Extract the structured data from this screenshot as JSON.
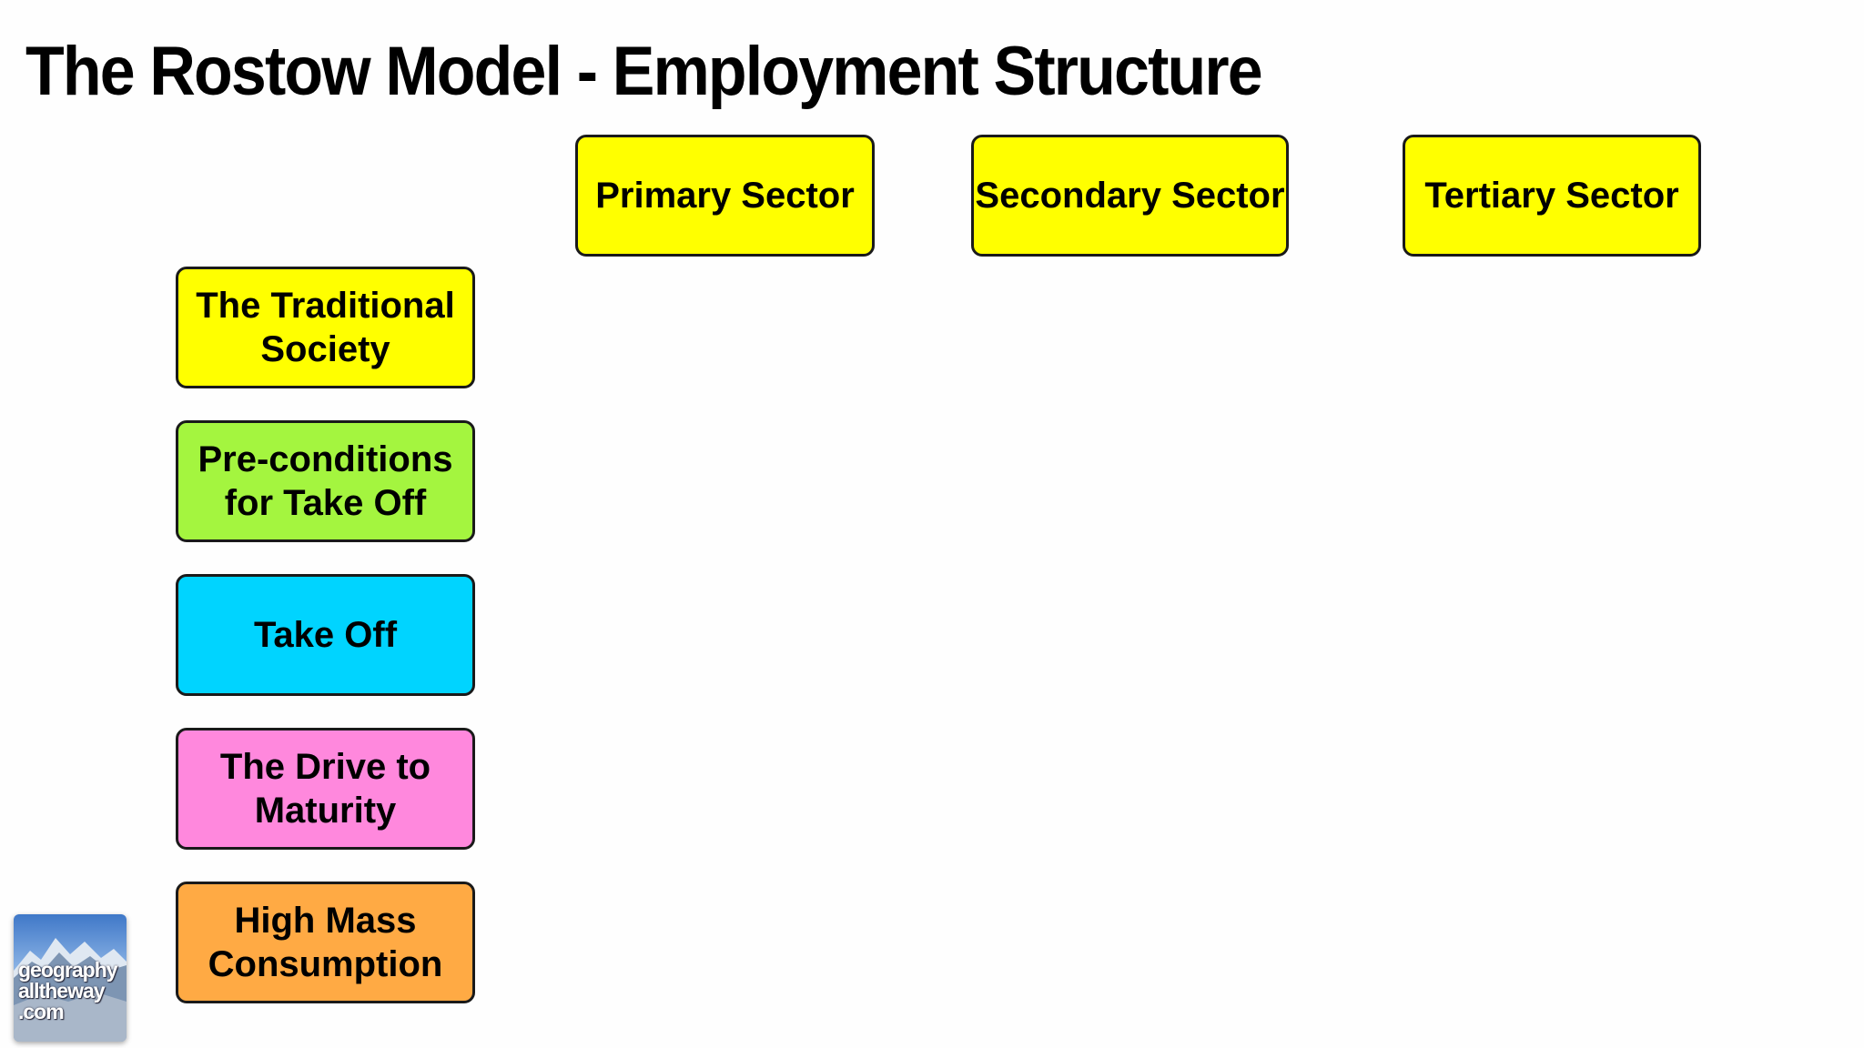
{
  "title": "The Rostow Model - Employment Structure",
  "sectors": [
    {
      "label": "Primary Sector",
      "color": "#FFFF00"
    },
    {
      "label": "Secondary Sector",
      "color": "#FFFF00"
    },
    {
      "label": "Tertiary Sector",
      "color": "#FFFF00"
    }
  ],
  "stages": [
    {
      "label": "The Traditional\nSociety",
      "color": "#FFFF00"
    },
    {
      "label": "Pre-conditions\nfor Take Off",
      "color": "#A4F53F"
    },
    {
      "label": "Take Off",
      "color": "#00D4FF"
    },
    {
      "label": "The Drive to\nMaturity",
      "color": "#FF88DD"
    },
    {
      "label": "High Mass\nConsumption",
      "color": "#FFAA44"
    }
  ],
  "logo": {
    "text": "geography\nalltheway\n.com",
    "icon": "mountain-logo-icon"
  }
}
